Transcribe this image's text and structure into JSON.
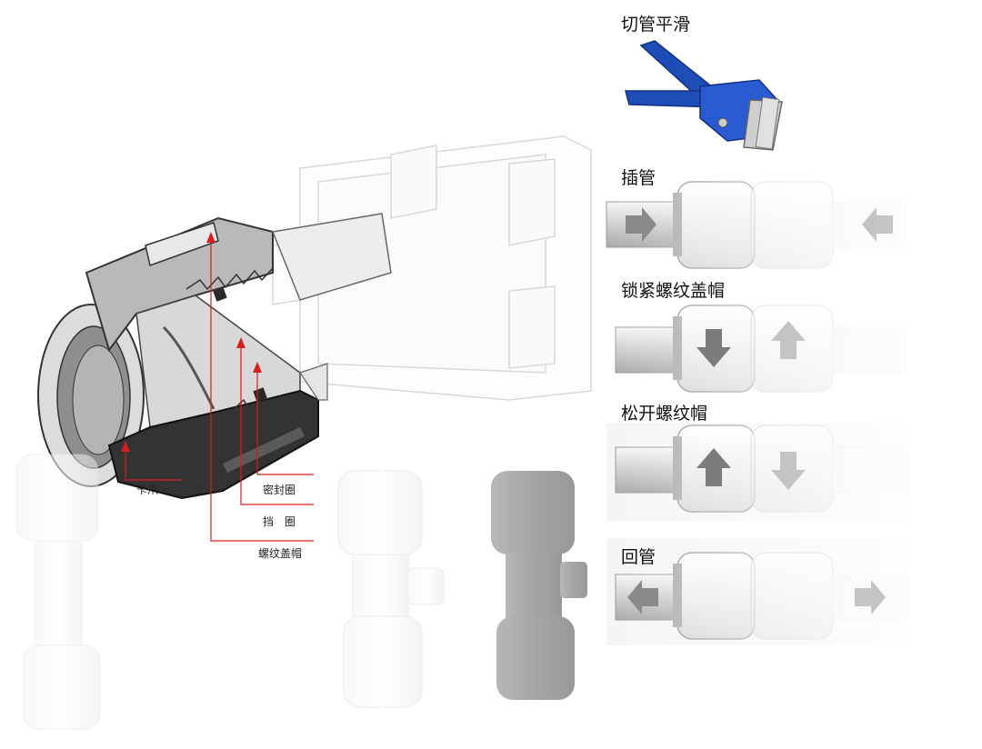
{
  "steps": [
    {
      "title": "切管平滑",
      "illustration": "pipe-cutter-tool"
    },
    {
      "title": "插管",
      "illustration": "fitting-insert-pipe",
      "arrows": [
        "arrow-right-icon",
        "arrow-left-icon"
      ]
    },
    {
      "title": "锁紧螺纹盖帽",
      "illustration": "fitting-lock-cap",
      "arrows": [
        "arrow-down-icon",
        "arrow-up-icon"
      ]
    },
    {
      "title": "松开螺纹帽",
      "illustration": "fitting-loosen-cap",
      "arrows": [
        "arrow-up-icon",
        "arrow-down-icon"
      ]
    },
    {
      "title": "回管",
      "illustration": "fitting-withdraw-pipe",
      "arrows": [
        "arrow-left-icon",
        "arrow-right-icon"
      ]
    }
  ],
  "cutaway": {
    "labels": {
      "collet": "卡爪",
      "seal": "密封圈",
      "retainer": "挡　圈",
      "cap": "螺纹盖帽"
    }
  },
  "colors": {
    "callout_line": "#d32020",
    "tool_blue": "#1f4db8",
    "fitting_body": "#f3f3f3",
    "fitting_outline": "#9a9a9a",
    "arrow_gray": "#8a8a8a",
    "dark_fitting": "#6b6b6b"
  }
}
